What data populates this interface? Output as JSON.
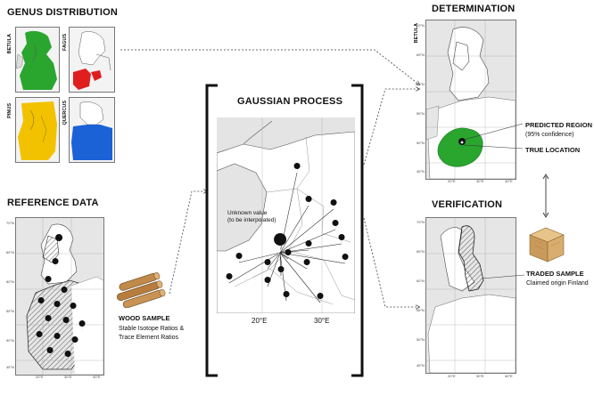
{
  "genus_distribution": {
    "title": "GENUS DISTRIBUTION",
    "maps": [
      {
        "label": "BETULA",
        "color": "#2aa52e"
      },
      {
        "label": "FAGUS",
        "color": "#e01e1e"
      },
      {
        "label": "PINUS",
        "color": "#f2c200"
      },
      {
        "label": "QUERCUS",
        "color": "#1a62d6"
      }
    ]
  },
  "reference_data": {
    "title": "REFERENCE DATA",
    "lat_ticks": [
      "70°N",
      "65°N",
      "60°N",
      "55°N",
      "50°N",
      "45°N"
    ],
    "lon_ticks": [
      "20°E",
      "30°E",
      "40°E"
    ]
  },
  "wood_sample": {
    "title": "WOOD SAMPLE",
    "line1": "Stable Isotope Ratios &",
    "line2": "Trace Element Ratios"
  },
  "gaussian_process": {
    "title": "GAUSSIAN PROCESS",
    "annotation_line1": "Unknown value",
    "annotation_line2": "(to be interpolated)",
    "center_marker": "?",
    "x_ticks": [
      "20°E",
      "30°E"
    ]
  },
  "determination": {
    "title": "DETERMINATION",
    "map_label": "BETULA",
    "predicted_region": "PREDICTED REGION",
    "confidence": "(95% confidence)",
    "true_location": "TRUE LOCATION",
    "region_color": "#2aa52e",
    "lat_ticks": [
      "70°N",
      "65°N",
      "60°N",
      "55°N",
      "50°N",
      "45°N"
    ],
    "lon_ticks": [
      "20°E",
      "30°E",
      "40°E"
    ]
  },
  "verification": {
    "title": "VERIFICATION",
    "traded_sample": "TRADED SAMPLE",
    "claimed_origin": "Claimed origin Finland",
    "lat_ticks": [
      "70°N",
      "65°N",
      "60°N",
      "55°N",
      "50°N",
      "45°N"
    ],
    "lon_ticks": [
      "20°E",
      "30°E",
      "40°E"
    ]
  }
}
